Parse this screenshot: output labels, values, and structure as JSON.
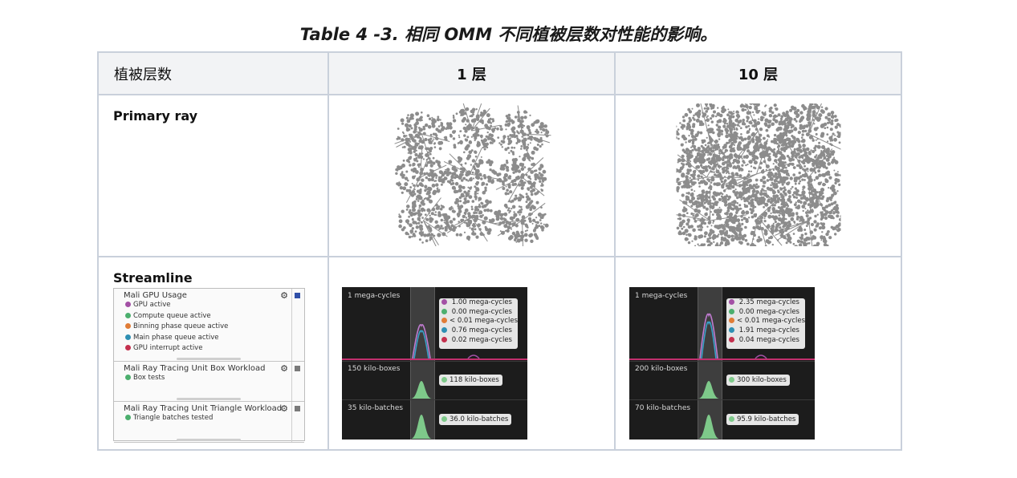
{
  "caption": "Table 4 -3. 相同 OMM 不同植被层数对性能的影响。",
  "header": {
    "col1": "植被层数",
    "col2": "1 层",
    "col3": "10 层"
  },
  "rows": {
    "primary_ray": "Primary ray",
    "streamline": "Streamline"
  },
  "streamline_panel": {
    "sections": [
      {
        "title": "Mali GPU Usage",
        "marker_color": "#2f4fa8",
        "items": [
          {
            "label": "GPU active",
            "color": "#a350a5"
          },
          {
            "label": "Compute queue active",
            "color": "#4caf6e"
          },
          {
            "label": "Binning phase queue active",
            "color": "#e07c36"
          },
          {
            "label": "Main phase queue active",
            "color": "#2e8fb3"
          },
          {
            "label": "GPU interrupt active",
            "color": "#c4304e"
          }
        ]
      },
      {
        "title": "Mali Ray Tracing Unit Box Workload",
        "marker_color": "#7a7a7a",
        "items": [
          {
            "label": "Box tests",
            "color": "#4caf6e"
          }
        ]
      },
      {
        "title": "Mali Ray Tracing Unit Triangle Workload",
        "marker_color": "#7a7a7a",
        "items": [
          {
            "label": "Triangle batches tested",
            "color": "#4caf6e"
          }
        ]
      }
    ]
  },
  "charts": {
    "layer1": {
      "scale_labels": [
        "1 mega-cycles",
        "150 kilo-boxes",
        "35 kilo-batches"
      ],
      "usage_values": [
        {
          "value": "1.00 mega-cycles",
          "color": "#a350a5"
        },
        {
          "value": "0.00 mega-cycles",
          "color": "#4caf6e"
        },
        {
          "value": "< 0.01 mega-cycles",
          "color": "#e07c36"
        },
        {
          "value": "0.76 mega-cycles",
          "color": "#2e8fb3"
        },
        {
          "value": "0.02 mega-cycles",
          "color": "#c4304e"
        }
      ],
      "box_value": "118 kilo-boxes",
      "batch_value": "36.0 kilo-batches",
      "peak": 0.5
    },
    "layer10": {
      "scale_labels": [
        "1 mega-cycles",
        "200 kilo-boxes",
        "70 kilo-batches"
      ],
      "usage_values": [
        {
          "value": "2.35 mega-cycles",
          "color": "#a350a5"
        },
        {
          "value": "0.00 mega-cycles",
          "color": "#4caf6e"
        },
        {
          "value": "< 0.01 mega-cycles",
          "color": "#e07c36"
        },
        {
          "value": "1.91 mega-cycles",
          "color": "#2e8fb3"
        },
        {
          "value": "0.04 mega-cycles",
          "color": "#c4304e"
        }
      ],
      "box_value": "300 kilo-boxes",
      "batch_value": "95.9 kilo-batches",
      "peak": 0.75
    }
  },
  "colors": {
    "border": "#c9d0db",
    "header_bg": "#f2f3f5",
    "foliage": "#8c8c8c",
    "chart_bg": "#1c1c1c",
    "area_green": "#7ec98a",
    "pink_line": "#c2306e"
  }
}
